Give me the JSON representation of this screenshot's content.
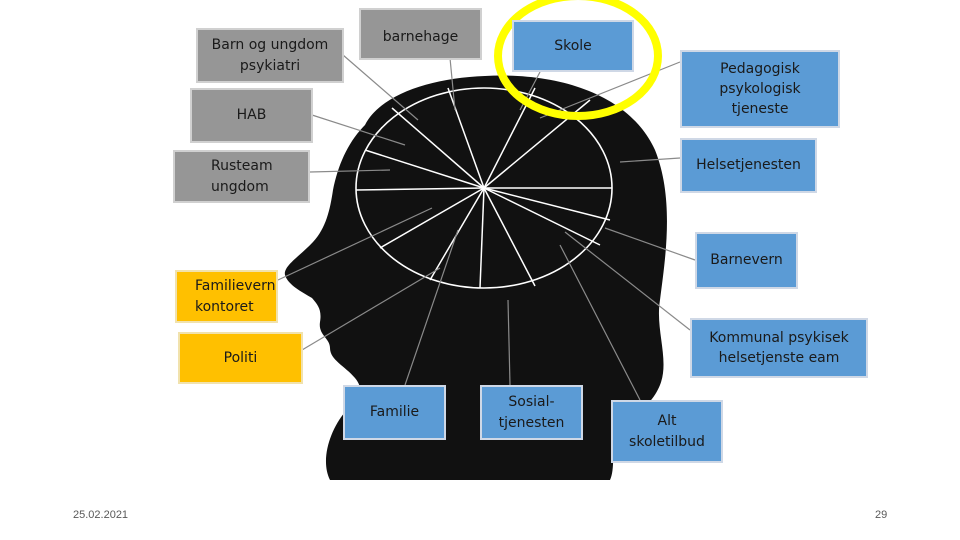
{
  "nodes": {
    "barn_og_ungdom_psykiatri": "Barn og ungdom psykiatri",
    "barnehage": "barnehage",
    "skole": "Skole",
    "pedagogisk_psykologisk_tjeneste": "Pedagogisk psykologisk tjeneste",
    "hab": "HAB",
    "rusteam_ungdom": "Rusteam ungdom",
    "helsetjenesten": "Helsetjenesten",
    "barnevern": "Barnevern",
    "familievern_kontoret": "Familievern kontoret",
    "politi": "Politi",
    "kommunal_psykisk_helsetjeneste": "Kommunal psykisek helsetjenste eam",
    "familie": "Familie",
    "sosialtjenesten": "Sosial-tjenesten",
    "alt_skoletilbud": "Alt skoletilbud"
  },
  "footer": {
    "date": "25.02.2021",
    "page_number": "29"
  },
  "colors": {
    "gray_box": "#969696",
    "blue_box": "#5b9bd5",
    "yellow_box": "#ffc000",
    "highlight_circle": "#ffff00",
    "head_silhouette": "#111111"
  }
}
